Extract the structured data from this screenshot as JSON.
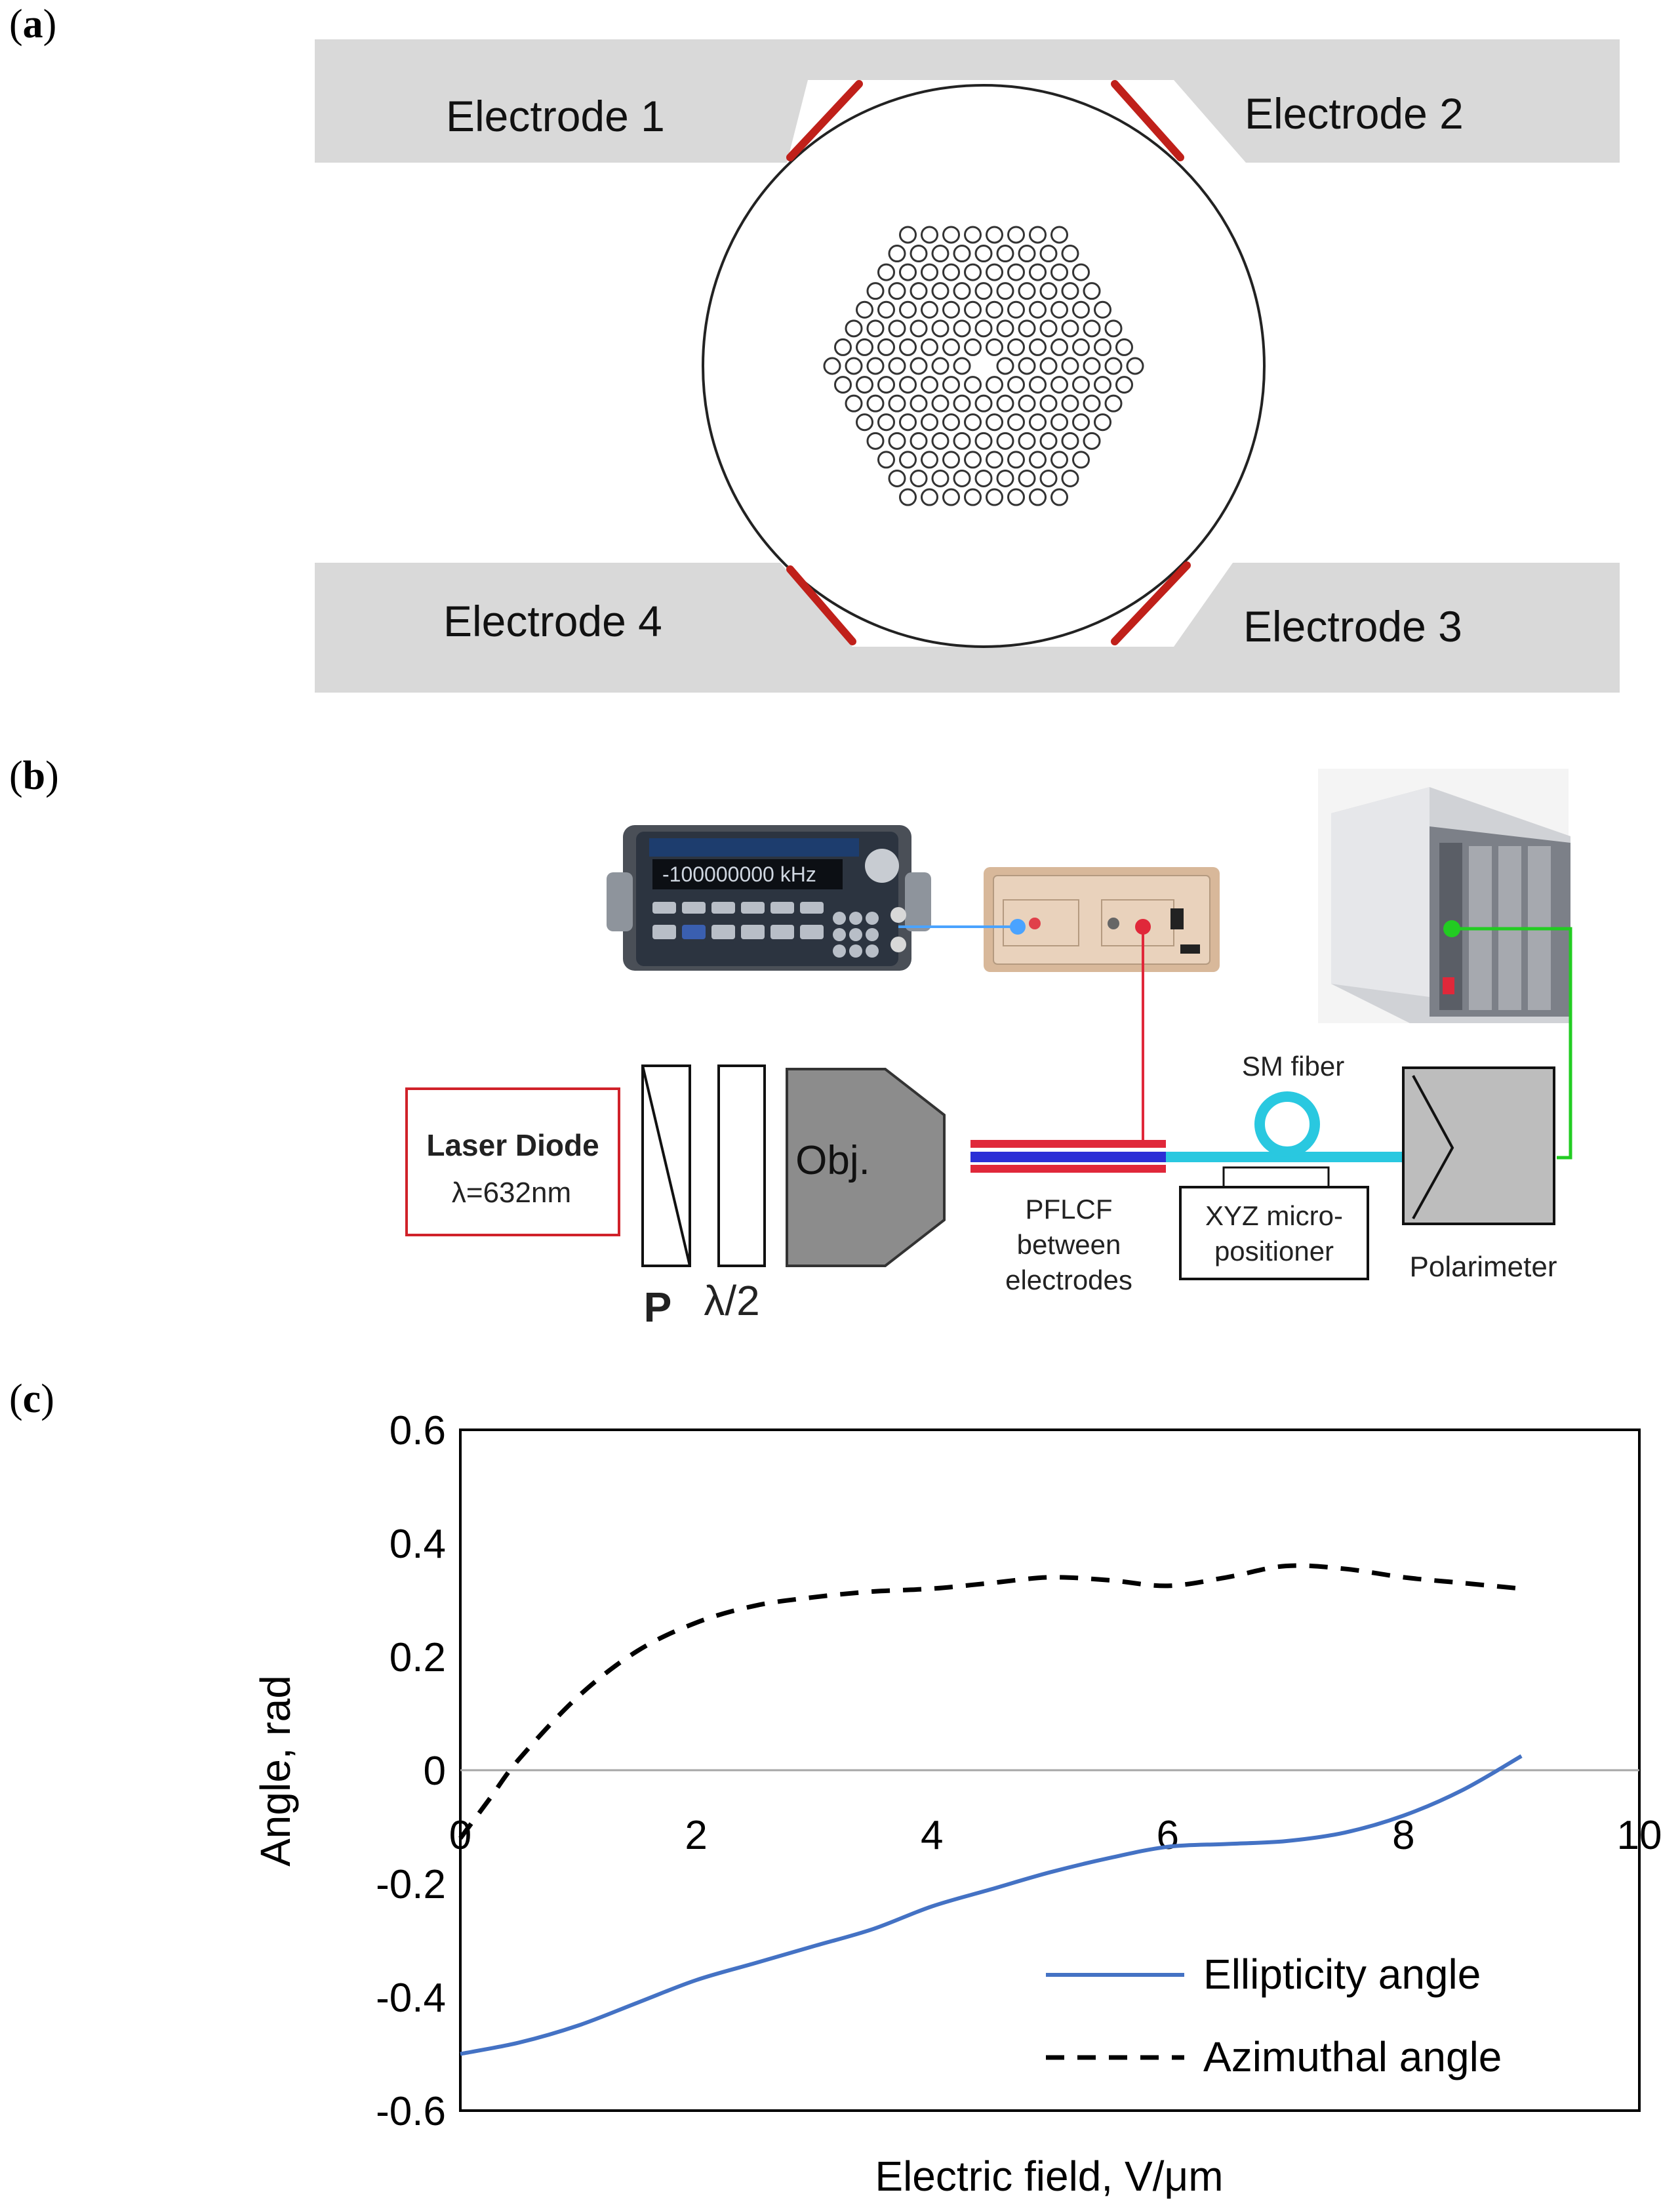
{
  "figure": {
    "panel_a": {
      "label": "a",
      "electrodes": [
        "Electrode 1",
        "Electrode 2",
        "Electrode 4",
        "Electrode 3"
      ],
      "colors": {
        "electrode_fill": "#d9d9d9",
        "contact": "#c0201a",
        "outline": "#222222"
      }
    },
    "panel_b": {
      "label": "b",
      "laser_title": "Laser Diode",
      "laser_wavelength": "λ=632nm",
      "polarizer": "P",
      "halfwave": "λ/2",
      "objective": "Obj.",
      "pflcf": [
        "PFLCF",
        "between",
        "electrodes"
      ],
      "sm_fiber": "SM fiber",
      "xyz": [
        "XYZ micro-",
        "positioner"
      ],
      "polarimeter": "Polarimeter",
      "generator_display": "-100000000 kHz",
      "colors": {
        "laser_box": "#d0222a",
        "fiber": "#29c8e0",
        "signal": "#4aa3ff",
        "hv": "#e0283a",
        "green": "#22cc22"
      }
    },
    "panel_c": {
      "label": "c"
    }
  },
  "chart_data": {
    "type": "line",
    "xlabel": "Electric field, V/μm",
    "ylabel": "Angle, rad",
    "xlim": [
      0,
      10
    ],
    "ylim": [
      -0.6,
      0.6
    ],
    "xticks": [
      "0",
      "2",
      "4",
      "6",
      "8",
      "10"
    ],
    "yticks": [
      "0.6",
      "0.4",
      "0.2",
      "0",
      "-0.2",
      "-0.4",
      "-0.6"
    ],
    "legend_position": "bottom-right",
    "series": [
      {
        "name": "Ellipticity angle",
        "style": "solid",
        "color": "#4472c4",
        "x": [
          0,
          0.5,
          1,
          1.5,
          2,
          2.5,
          3,
          3.5,
          4,
          4.5,
          5,
          5.5,
          6,
          6.5,
          7,
          7.5,
          8,
          8.5,
          9
        ],
        "y": [
          -0.5,
          -0.48,
          -0.45,
          -0.41,
          -0.37,
          -0.34,
          -0.31,
          -0.28,
          -0.24,
          -0.21,
          -0.18,
          -0.155,
          -0.135,
          -0.13,
          -0.125,
          -0.11,
          -0.08,
          -0.035,
          0.025
        ]
      },
      {
        "name": "Azimuthal angle",
        "style": "dashed",
        "color": "#000000",
        "x": [
          0,
          0.25,
          0.5,
          1,
          1.5,
          2,
          2.5,
          3,
          3.5,
          4,
          4.5,
          5,
          5.5,
          6,
          6.5,
          7,
          7.5,
          8,
          8.5,
          9
        ],
        "y": [
          -0.12,
          -0.05,
          0.02,
          0.13,
          0.21,
          0.26,
          0.29,
          0.305,
          0.315,
          0.32,
          0.33,
          0.34,
          0.335,
          0.325,
          0.34,
          0.36,
          0.355,
          0.34,
          0.33,
          0.32
        ]
      }
    ]
  }
}
